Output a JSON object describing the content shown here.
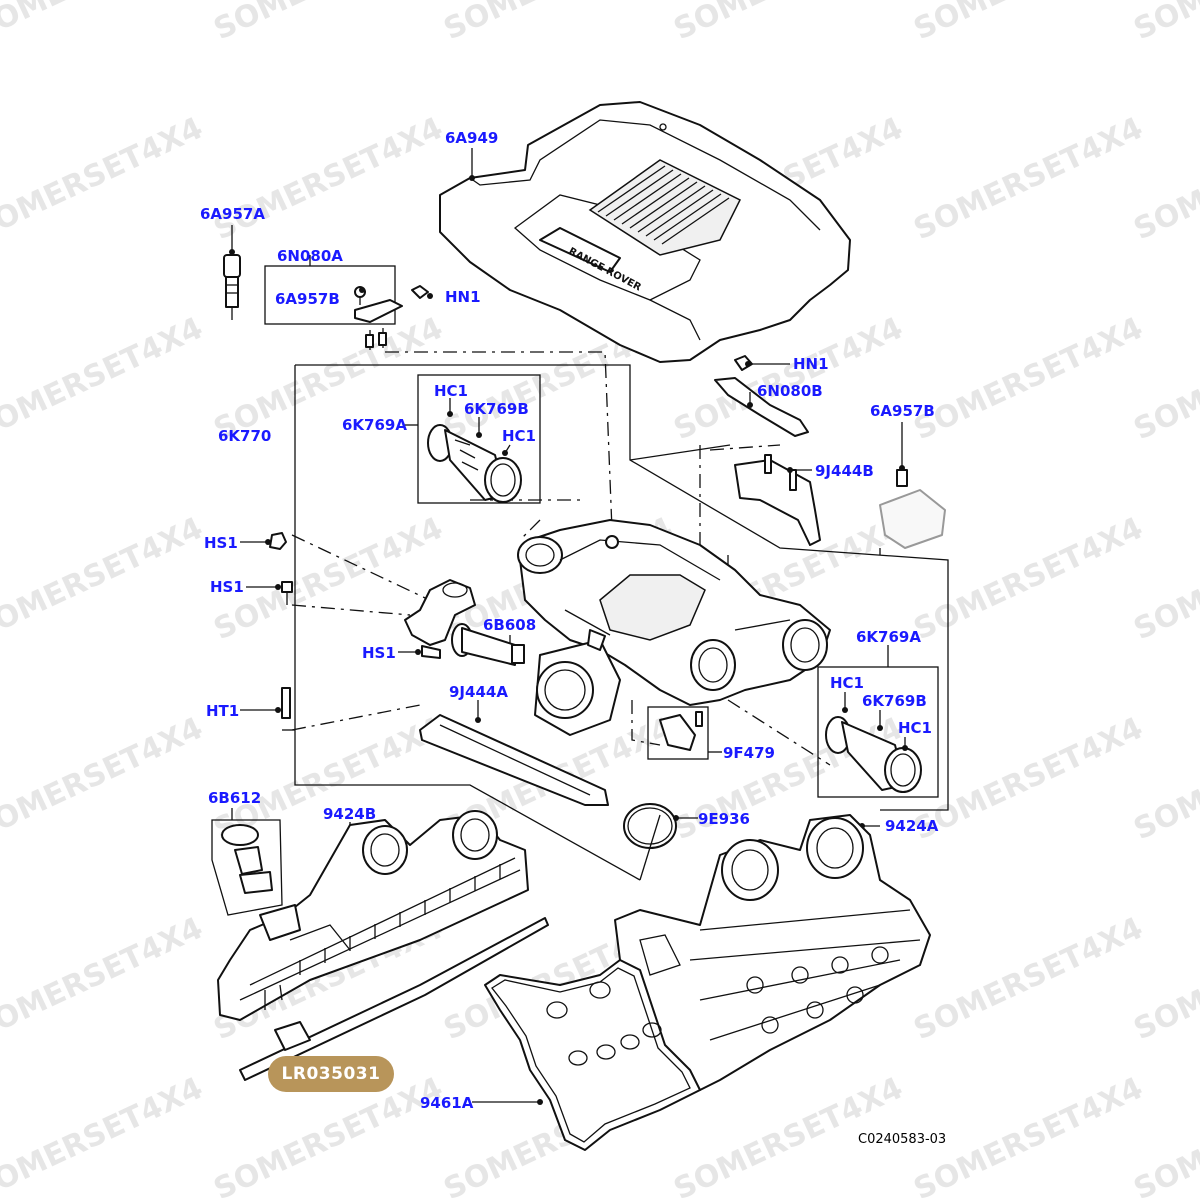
{
  "watermark": "SOMERSET4X4",
  "labels": {
    "6A949": "6A949",
    "6A957A": "6A957A",
    "6N080A": "6N080A",
    "6A957B_left": "6A957B",
    "HN1_top": "HN1",
    "HN1_right": "HN1",
    "6N080B": "6N080B",
    "6A957B_right": "6A957B",
    "9J444B": "9J444B",
    "6K770": "6K770",
    "HC1_a": "HC1",
    "6K769A_left": "6K769A",
    "6K769B_left": "6K769B",
    "HC1_b": "HC1",
    "HS1_a": "HS1",
    "HS1_b": "HS1",
    "6B608": "6B608",
    "HS1_c": "HS1",
    "9J444A": "9J444A",
    "HT1": "HT1",
    "6K769A_right": "6K769A",
    "HC1_c": "HC1",
    "6K769B_right": "6K769B",
    "HC1_d": "HC1",
    "9F479": "9F479",
    "6B612": "6B612",
    "9424B": "9424B",
    "9E936": "9E936",
    "9424A": "9424A",
    "9461A": "9461A"
  },
  "part_number_badge": "LR035031",
  "diagram_ref": "C0240583-03",
  "colors": {
    "label": "#1a1aff",
    "badge": "#b8955a",
    "watermark": "#e6e6e6"
  },
  "cover_logo": "RANGE ROVER"
}
